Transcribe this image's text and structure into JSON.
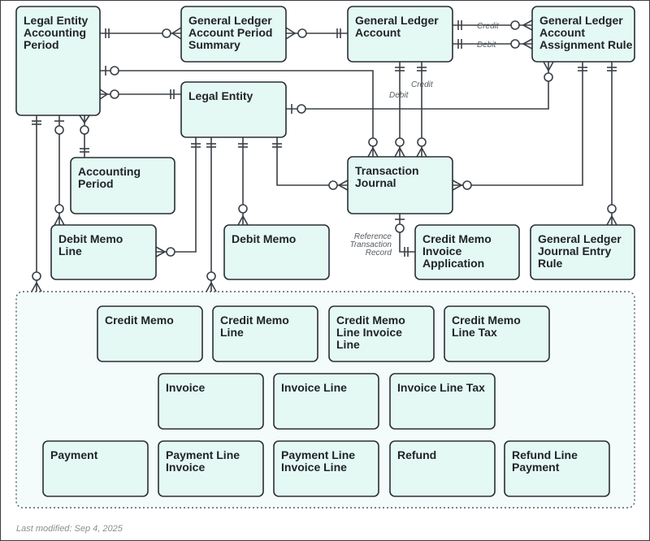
{
  "entities": {
    "legal_entity_accounting_period": [
      "Legal Entity",
      "Accounting",
      "Period"
    ],
    "gl_account_period_summary": [
      "General Ledger",
      "Account Period",
      "Summary"
    ],
    "gl_account": [
      "General Ledger",
      "Account"
    ],
    "gl_account_assignment_rule": [
      "General Ledger",
      "Account",
      "Assignment Rule"
    ],
    "legal_entity": [
      "Legal Entity"
    ],
    "accounting_period": [
      "Accounting",
      "Period"
    ],
    "transaction_journal": [
      "Transaction",
      "Journal"
    ],
    "debit_memo_line": [
      "Debit Memo",
      "Line"
    ],
    "debit_memo": [
      "Debit Memo"
    ],
    "credit_memo_invoice_application": [
      "Credit Memo",
      "Invoice",
      "Application"
    ],
    "gl_journal_entry_rule": [
      "General Ledger",
      "Journal Entry",
      "Rule"
    ],
    "credit_memo": [
      "Credit Memo"
    ],
    "credit_memo_line": [
      "Credit Memo",
      "Line"
    ],
    "credit_memo_line_invoice_line": [
      "Credit Memo",
      "Line Invoice",
      "Line"
    ],
    "credit_memo_line_tax": [
      "Credit Memo",
      "Line Tax"
    ],
    "invoice": [
      "Invoice"
    ],
    "invoice_line": [
      "Invoice Line"
    ],
    "invoice_line_tax": [
      "Invoice Line Tax"
    ],
    "payment": [
      "Payment"
    ],
    "payment_line_invoice": [
      "Payment Line",
      "Invoice"
    ],
    "payment_line_invoice_line": [
      "Payment Line",
      "Invoice Line"
    ],
    "refund": [
      "Refund"
    ],
    "refund_line_payment": [
      "Refund Line",
      "Payment"
    ]
  },
  "labels": {
    "credit_right": "Credit",
    "debit_right": "Debit",
    "credit_down": "Credit",
    "debit_down": "Debit",
    "reference": [
      "Reference",
      "Transaction",
      "Record"
    ]
  },
  "footer": "Last modified: Sep 4, 2025",
  "colors": {
    "entity_fill": "#e4f8f4",
    "group_fill": "#f3fcfa",
    "stroke": "#2a2f33"
  }
}
